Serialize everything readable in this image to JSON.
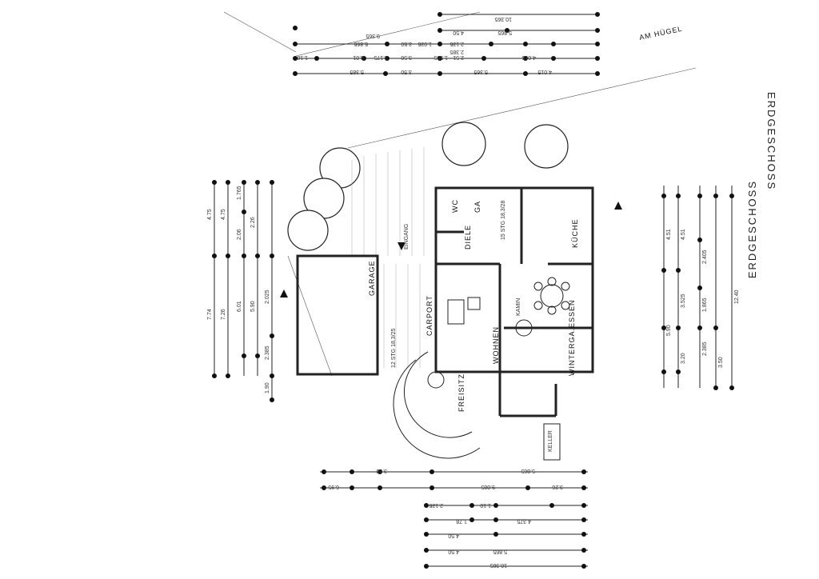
{
  "street_label": "AM HÜGEL",
  "title_vertical_1": "ERDGESCHOSS",
  "title_vertical_2": "ERDGESCHOSS",
  "rooms": {
    "wc": "WC",
    "ga": "GA",
    "diele": "DIELE",
    "kueche": "KÜCHE",
    "essen": "ESSEN",
    "wohnen": "WOHNEN",
    "kamin": "KAMIN",
    "wintergarten": "WINTERGA.",
    "garage": "GARAGE",
    "carport": "CARPORT",
    "freisitz": "FREISITZ",
    "eingang": "EINGANG",
    "keller": "KELLER"
  },
  "stairs": {
    "main": "15 STG 18,3/28",
    "outer": "12 STG 18,3/25"
  },
  "dims_top": [
    "10.365",
    "4.50",
    "5.865",
    "9.365",
    "5.865",
    "3.50",
    "2.135",
    "2.385",
    "1.18",
    "3.01",
    "1.175",
    "3.50",
    "2.51",
    "4.015",
    "5.385",
    "3.50",
    "5.365",
    "4.015",
    "1.555",
    "1.035"
  ],
  "dims_left": [
    "4.75",
    "4.75",
    "1.765",
    "2.06",
    "2.26",
    "7.74",
    "7.26",
    "6.01",
    "5.90",
    "2.025",
    "2.385",
    "1.90"
  ],
  "dims_right": [
    "4.51",
    "4.51",
    "2.405",
    "3.525",
    "1.865",
    "5.90",
    "3.20",
    "2.385",
    "3.50",
    "12.40"
  ],
  "dims_bottom": [
    "5.865",
    "9.085",
    "6.95",
    "3.50",
    "2.135",
    "1.78",
    "1.10",
    "3.26",
    "4.50",
    "4.375",
    "4.50",
    "5.865",
    "10.385"
  ]
}
